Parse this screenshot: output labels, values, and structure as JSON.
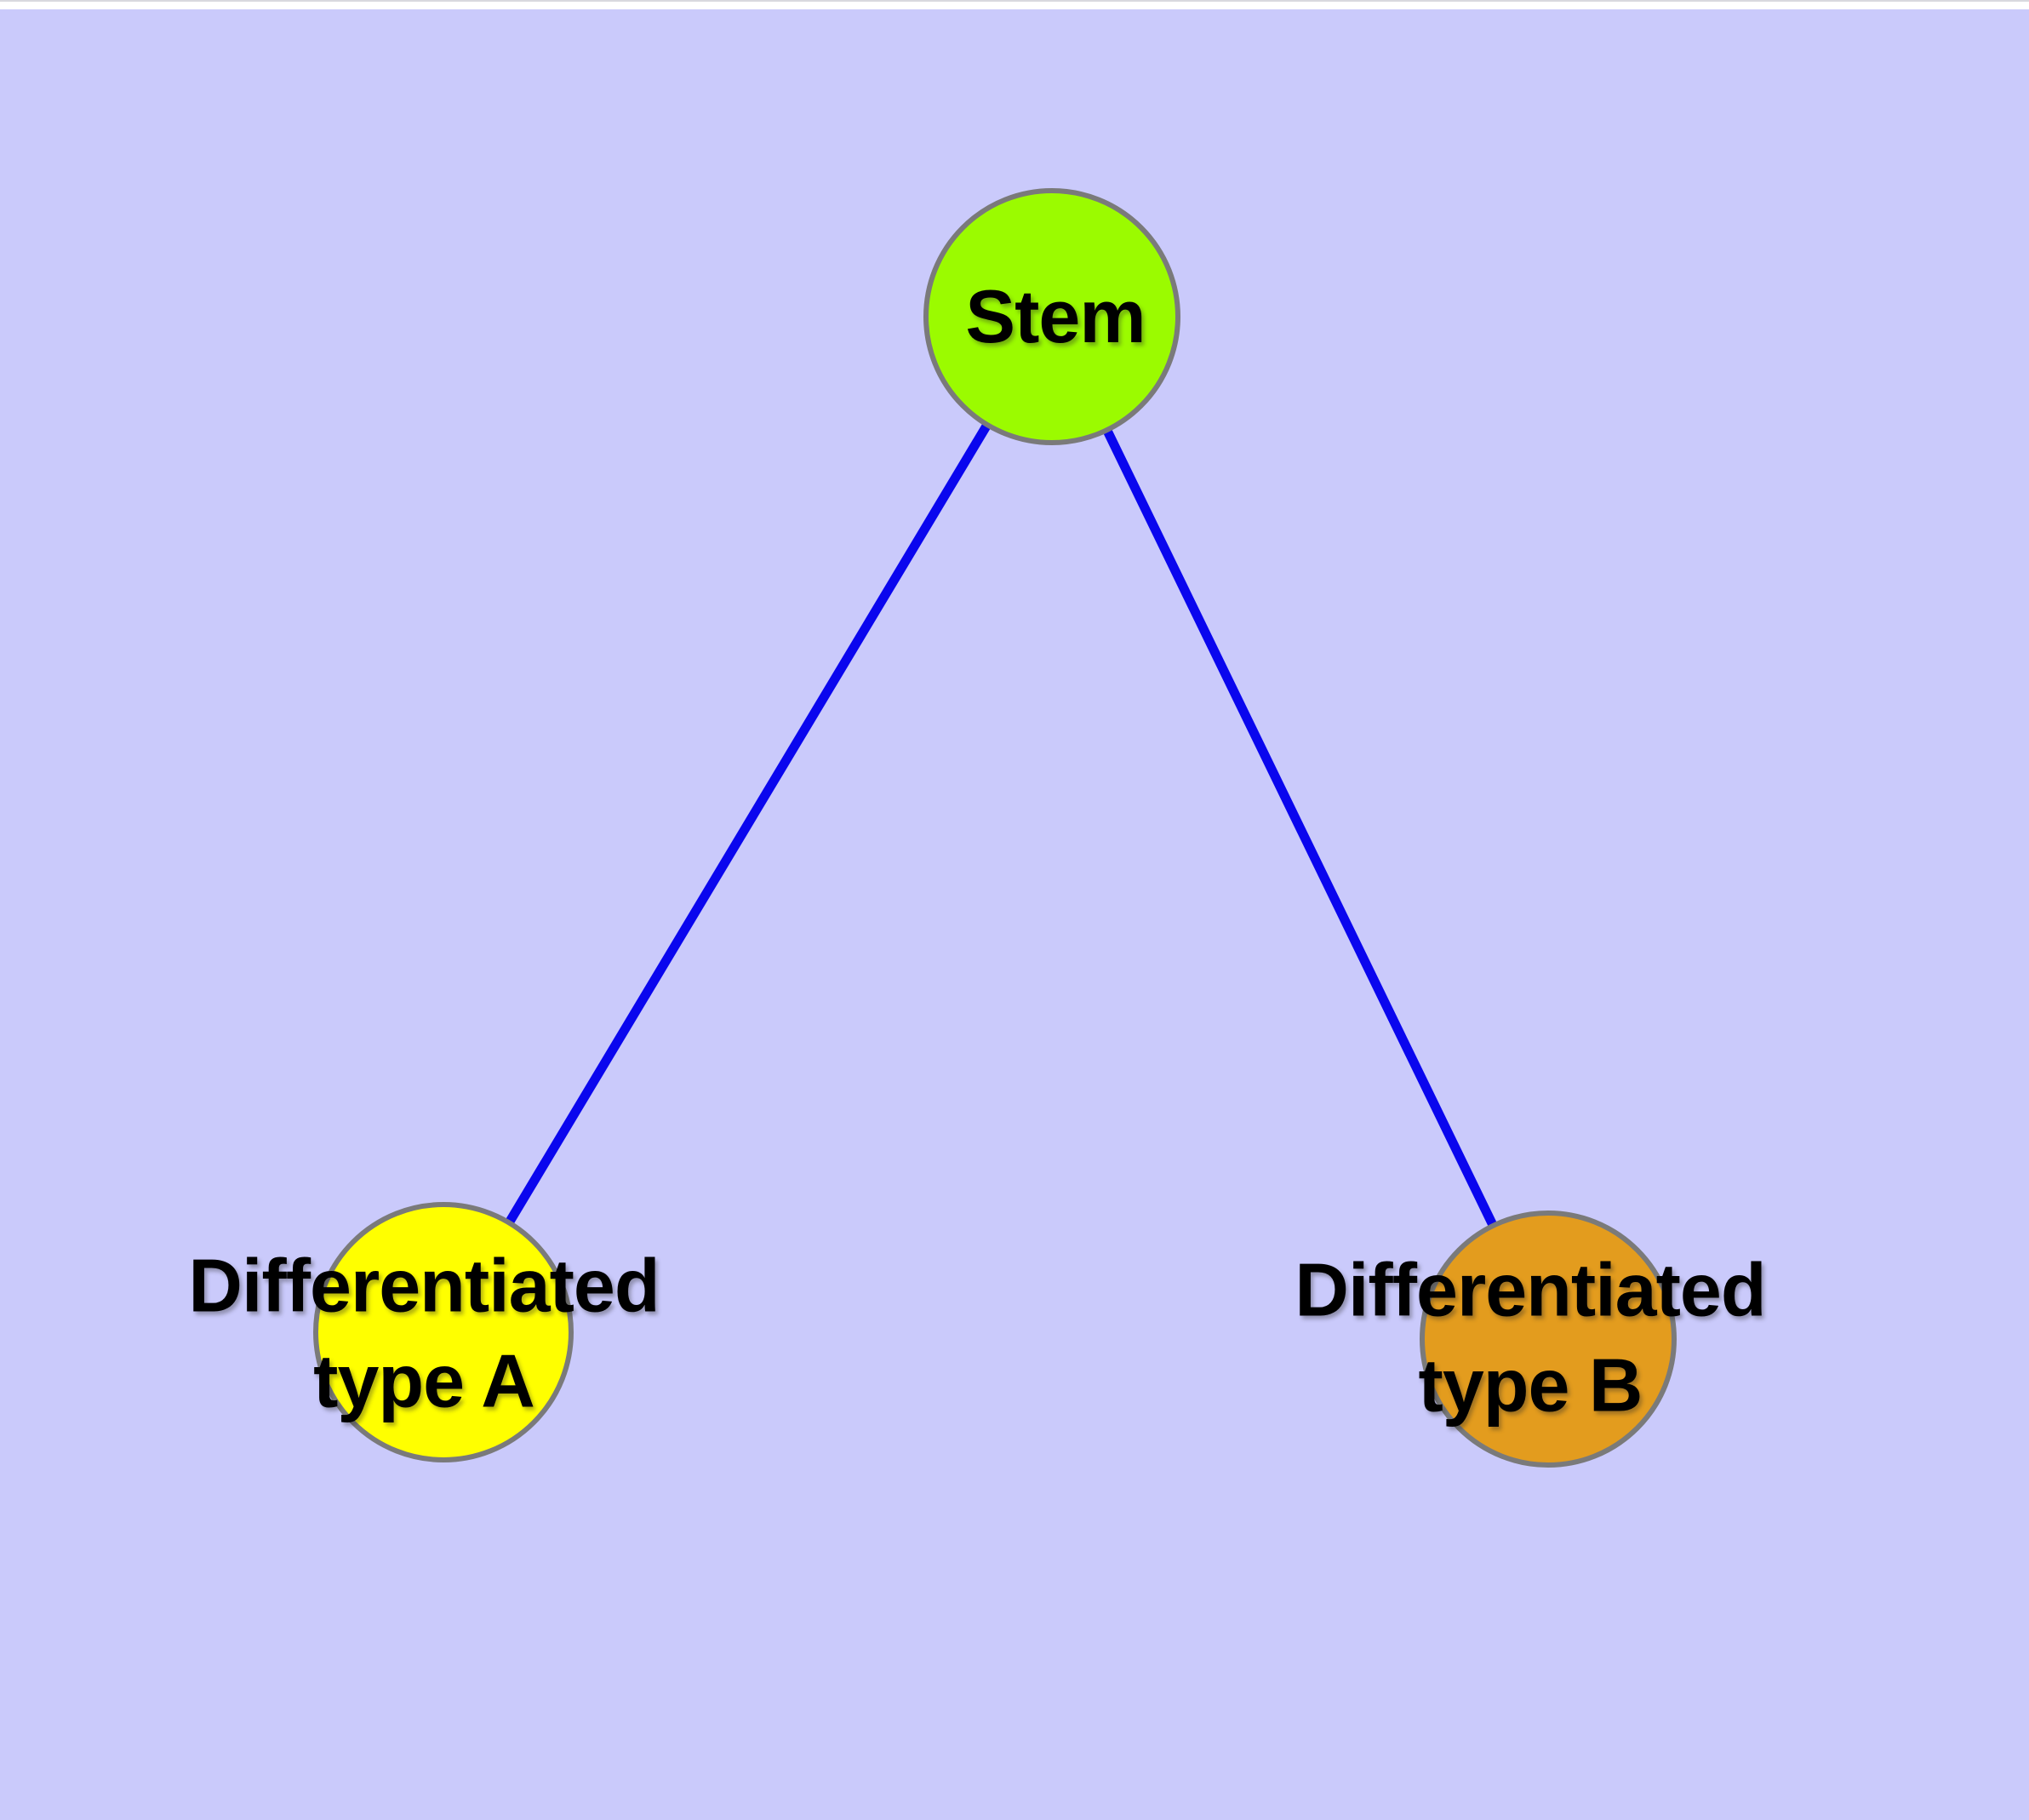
{
  "diagram": {
    "background_color": "#CACAFB",
    "top_strip_color": "#FFFFFF",
    "edge_color": "#0A06EE",
    "node_border_color": "#7A7A7A",
    "label_color": "#000000",
    "nodes": [
      {
        "id": "stem",
        "label": "Stem",
        "fill": "#9BFB00"
      },
      {
        "id": "type-a",
        "label": "Differentiated\ntype A",
        "fill": "#FFFF00"
      },
      {
        "id": "type-b",
        "label": "Differentiated\ntype B",
        "fill": "#E39C1E"
      }
    ],
    "edges": [
      {
        "from": "stem",
        "to": "type-a"
      },
      {
        "from": "stem",
        "to": "type-b"
      }
    ]
  }
}
